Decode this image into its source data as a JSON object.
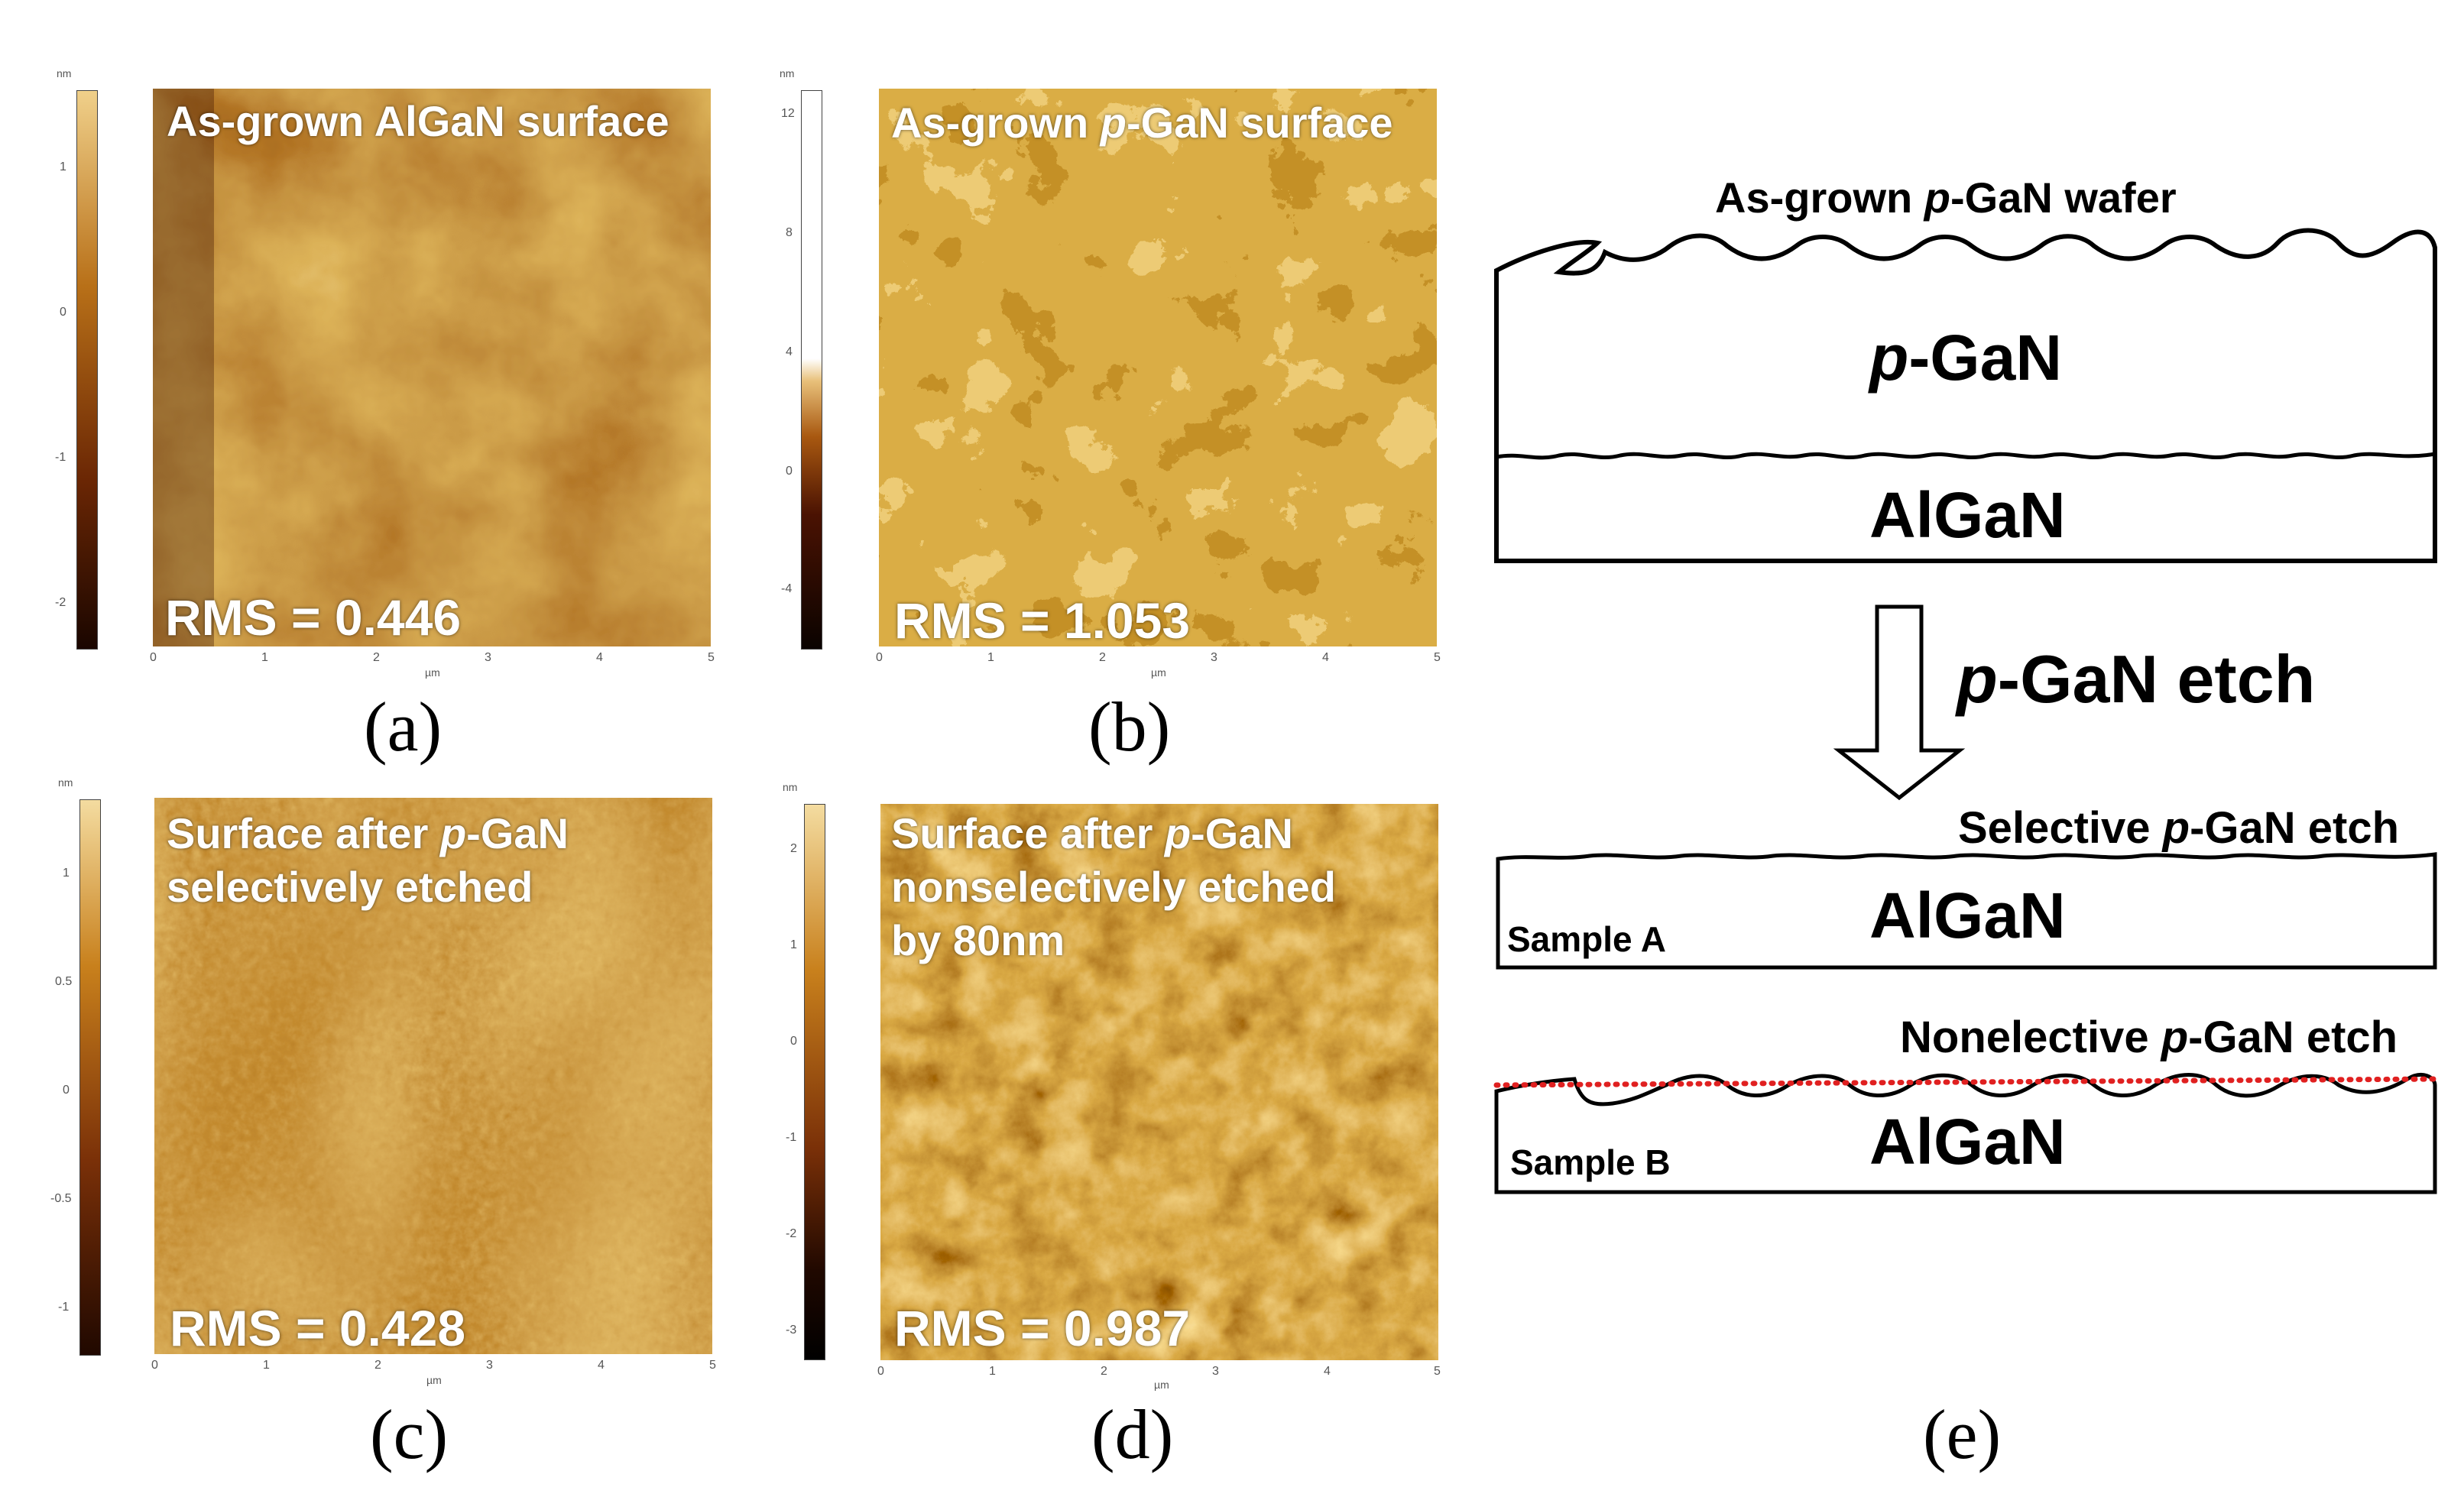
{
  "panels": [
    {
      "id": "a",
      "label": "(a)",
      "title_lines": [
        "As-grown AlGaN surface"
      ],
      "rms": "RMS = 0.446",
      "colorbar": {
        "unit": "nm",
        "ticks": [
          "1",
          "0",
          "-1",
          "-2"
        ]
      },
      "axis": {
        "unit": "µm",
        "ticks": [
          "0",
          "1",
          "2",
          "3",
          "4",
          "5"
        ]
      }
    },
    {
      "id": "b",
      "label": "(b)",
      "title_lines": [
        "As-grown p-GaN surface"
      ],
      "rms": "RMS = 1.053",
      "colorbar": {
        "unit": "nm",
        "ticks": [
          "12",
          "8",
          "4",
          "0",
          "-4"
        ]
      },
      "axis": {
        "unit": "µm",
        "ticks": [
          "0",
          "1",
          "2",
          "3",
          "4",
          "5"
        ]
      }
    },
    {
      "id": "c",
      "label": "(c)",
      "title_lines": [
        "Surface after p-GaN",
        "selectively etched"
      ],
      "rms": "RMS = 0.428",
      "colorbar": {
        "unit": "nm",
        "ticks": [
          "1",
          "0.5",
          "0",
          "-0.5",
          "-1"
        ]
      },
      "axis": {
        "unit": "µm",
        "ticks": [
          "0",
          "1",
          "2",
          "3",
          "4",
          "5"
        ]
      }
    },
    {
      "id": "d",
      "label": "(d)",
      "title_lines": [
        "Surface after p-GaN",
        "nonselectively etched",
        "by 80nm"
      ],
      "rms": "RMS = 0.987",
      "colorbar": {
        "unit": "nm",
        "ticks": [
          "2",
          "1",
          "0",
          "-1",
          "-2",
          "-3"
        ]
      },
      "axis": {
        "unit": "µm",
        "ticks": [
          "0",
          "1",
          "2",
          "3",
          "4",
          "5"
        ]
      }
    }
  ],
  "scheme": {
    "label": "(e)",
    "wafer_title": "As-grown p-GaN wafer",
    "top_layer": "p-GaN",
    "bottom_layer": "AlGaN",
    "etch_label": "p-GaN etch",
    "selective_title": "Selective p-GaN etch",
    "sample_a": "Sample A",
    "sample_a_layer": "AlGaN",
    "nonselective_title": "Nonelective p-GaN etch",
    "sample_b": "Sample B",
    "sample_b_layer": "AlGaN"
  },
  "colors": {
    "afm_dark": "#3a0e00",
    "afm_mid": "#a8620c",
    "afm_light": "#f0d08a",
    "dotted_line": "#e02020"
  }
}
